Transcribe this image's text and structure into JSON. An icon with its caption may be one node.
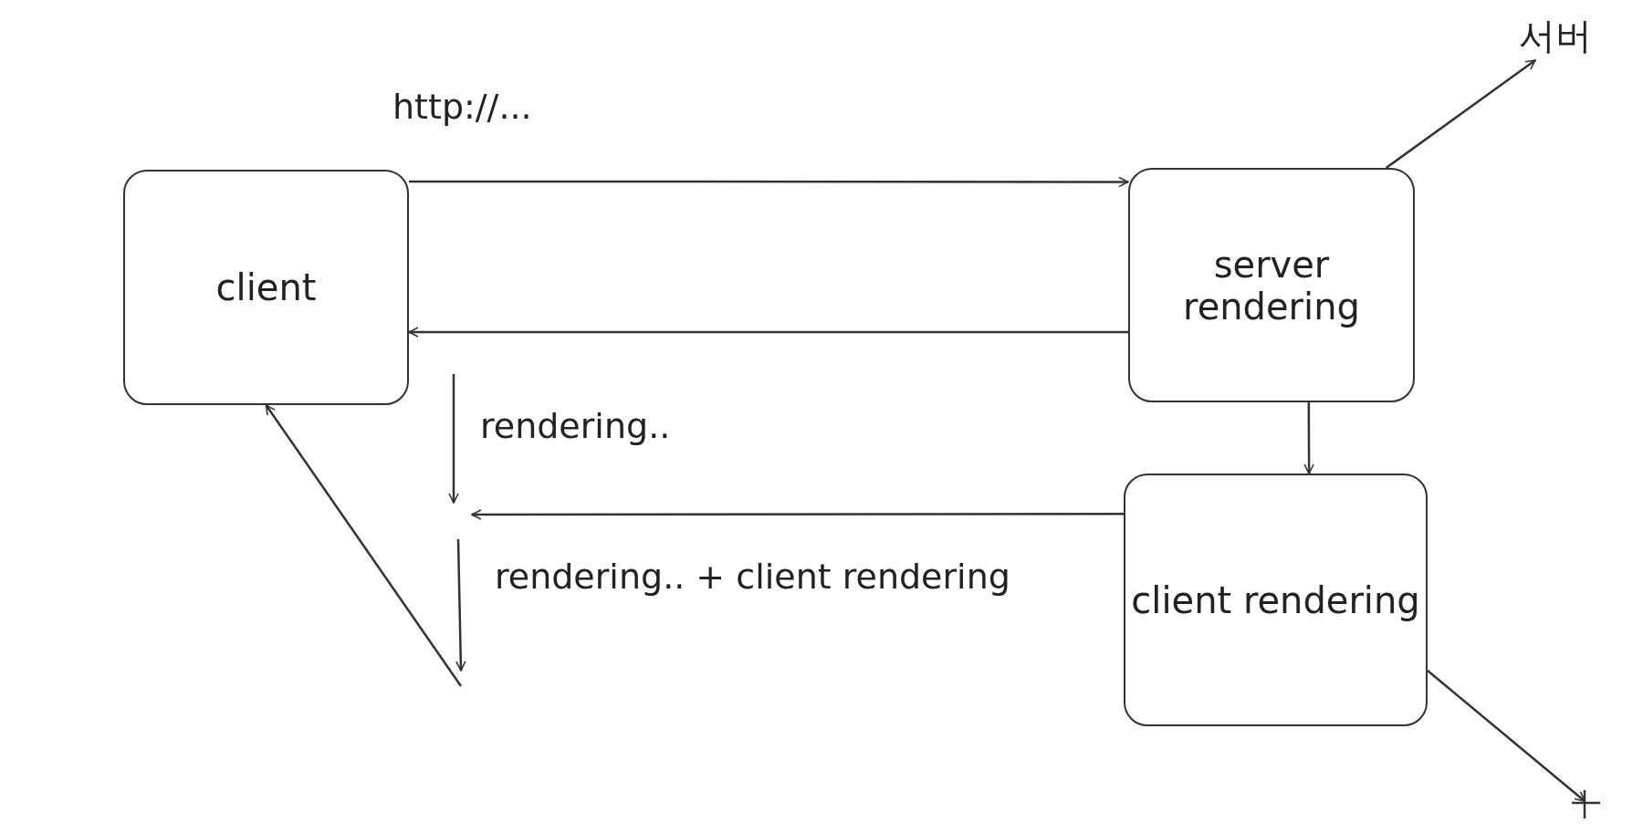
{
  "diagram": {
    "nodes": [
      {
        "text": [
          "client"
        ]
      },
      {
        "text": [
          "server rendering"
        ]
      },
      {
        "text": [
          "client rendering"
        ]
      },
      {
        "text": [
          "서버"
        ]
      }
    ],
    "edges": [
      {
        "from": 0,
        "to": 1,
        "arrow": "to",
        "label": "http://..."
      },
      {
        "from": 1,
        "to": 0,
        "arrow": "to"
      },
      {
        "from": 1,
        "to": 2,
        "arrow": "to"
      },
      {
        "from": 2,
        "to": null,
        "arrow": "to"
      },
      {
        "from": null,
        "to": 0,
        "arrow": "to"
      },
      {
        "from": 1,
        "to": 3,
        "arrow": "to"
      },
      {
        "from": 2,
        "to": null,
        "arrow": "to"
      }
    ],
    "labels": [
      "rendering..",
      "rendering.. + client rendering"
    ]
  }
}
